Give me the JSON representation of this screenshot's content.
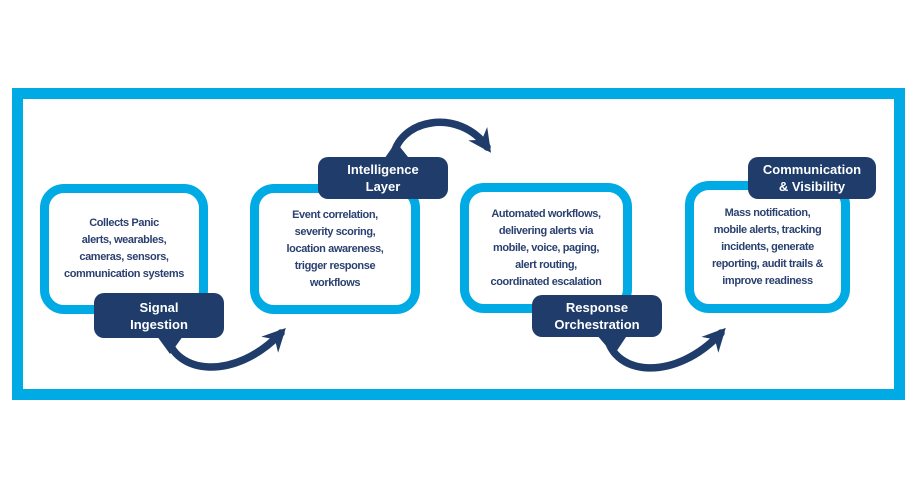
{
  "colors": {
    "accent_blue": "#00AAE4",
    "navy": "#1F3C6A",
    "body_text_navy": "#2B4170",
    "label_text": "#FFFFFF"
  },
  "stages": [
    {
      "label": "Signal Ingestion",
      "label_lines": [
        "Signal",
        "Ingestion"
      ],
      "body_lines": [
        "Collects Panic",
        "alerts, wearables,",
        "cameras, sensors,",
        "communication systems"
      ]
    },
    {
      "label": "Intelligence Layer",
      "label_lines": [
        "Intelligence",
        "Layer"
      ],
      "body_lines": [
        "Event correlation,",
        "severity scoring,",
        "location awareness,",
        "trigger response",
        "workflows"
      ]
    },
    {
      "label": "Response Orchestration",
      "label_lines": [
        "Response",
        "Orchestration"
      ],
      "body_lines": [
        "Automated workflows,",
        "delivering alerts via",
        "mobile, voice, paging,",
        "alert routing,",
        "coordinated escalation"
      ]
    },
    {
      "label": "Communication & Visibility",
      "label_lines": [
        "Communication",
        "& Visibility"
      ],
      "body_lines": [
        "Mass notification,",
        "mobile alerts, tracking",
        "incidents, generate",
        "reporting, audit trails &",
        "improve readiness"
      ]
    }
  ]
}
